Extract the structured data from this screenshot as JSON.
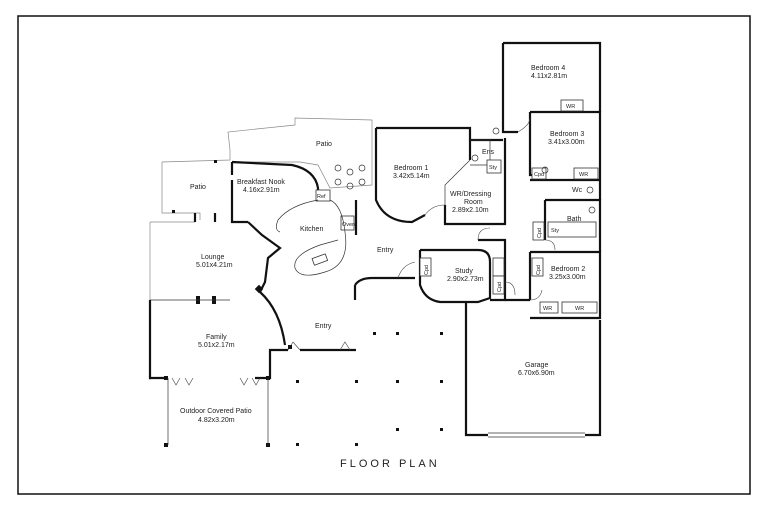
{
  "plan": {
    "title": "FLOOR PLAN",
    "rooms": [
      {
        "id": "bedroom4",
        "name": "Bedroom 4",
        "dims": "4.11x2.81m"
      },
      {
        "id": "bedroom3",
        "name": "Bedroom 3",
        "dims": "3.41x3.00m"
      },
      {
        "id": "bedroom1",
        "name": "Bedroom 1",
        "dims": "3.42x5.14m"
      },
      {
        "id": "wr-dressing",
        "name": "WR/Dressing",
        "name2": "Room",
        "dims": "2.89x2.10m"
      },
      {
        "id": "breakfast",
        "name": "Breakfast Nook",
        "dims": "4.16x2.91m"
      },
      {
        "id": "lounge",
        "name": "Lounge",
        "dims": "5.01x4.21m"
      },
      {
        "id": "family",
        "name": "Family",
        "dims": "5.01x2.17m"
      },
      {
        "id": "study",
        "name": "Study",
        "dims": "2.90x2.73m"
      },
      {
        "id": "bedroom2",
        "name": "Bedroom 2",
        "dims": "3.25x3.00m"
      },
      {
        "id": "garage",
        "name": "Garage",
        "dims": "6.70x6.90m"
      },
      {
        "id": "outdoor-patio",
        "name": "Outdoor Covered Patio",
        "dims": "4.82x3.20m"
      }
    ],
    "labels": {
      "patio_top": "Patio",
      "patio_left": "Patio",
      "kitchen": "Kitchen",
      "entry_upper": "Entry",
      "entry_lower": "Entry",
      "bath": "Bath",
      "ens": "Ens",
      "wc": "Wc",
      "wr_bed4": "WR",
      "wr_bed3": "WR",
      "wr_bed2": "WR",
      "wr_bed2b": "WR",
      "cpd_bed3": "Cpd",
      "cpd_bath": "Cpd",
      "cpd_study": "Cpd",
      "cpd_study2": "Cpd",
      "cpd_bed2": "Cpd",
      "sty_ens": "Sty",
      "sty_bath": "Sty",
      "ref": "Ref",
      "oven": "Oven"
    }
  }
}
